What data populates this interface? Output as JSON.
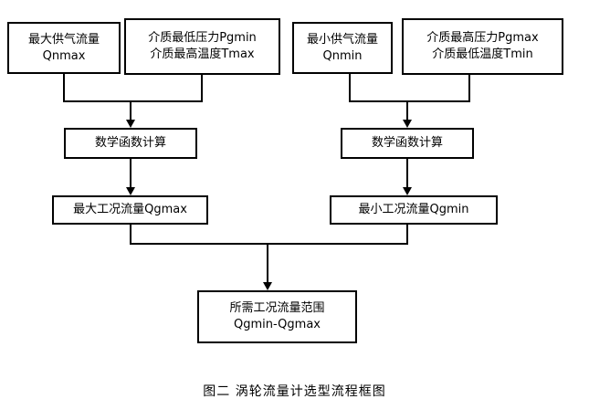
{
  "figure": {
    "caption": "图二  涡轮流量计选型流程框图",
    "background_color": "#ffffff",
    "line_color": "#000000"
  },
  "nodes": {
    "qnmax": {
      "line1": "最大供气流量",
      "line2": "Qnmax"
    },
    "pgmin": {
      "line1": "介质最低压力Pgmin",
      "line2": "介质最高温度Tmax"
    },
    "qnmin": {
      "line1": "最小供气流量",
      "line2": "Qnmin"
    },
    "pgmax": {
      "line1": "介质最高压力Pgmax",
      "line2": "介质最低温度Tmin"
    },
    "calc_left": {
      "line1": "数学函数计算"
    },
    "calc_right": {
      "line1": "数学函数计算"
    },
    "qgmax": {
      "line1": "最大工况流量Qgmax"
    },
    "qgmin": {
      "line1": "最小工况流量Qgmin"
    },
    "final": {
      "line1": "所需工况流量范围",
      "line2": "Qgmin-Qgmax"
    }
  }
}
